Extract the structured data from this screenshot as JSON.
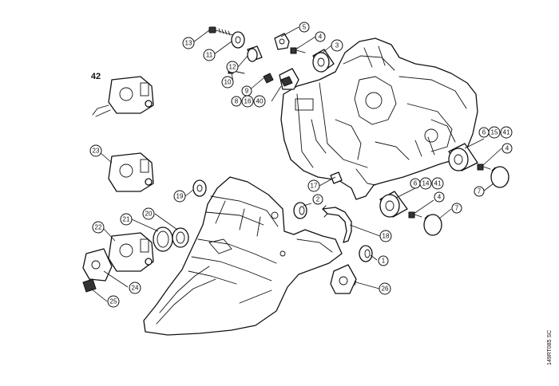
{
  "callouts": {
    "c13": "13",
    "c11": "11",
    "c12": "12",
    "c10": "10",
    "c9": "9",
    "c8": "8",
    "c16": "16",
    "c40": "40",
    "c5": "5",
    "c4a": "4",
    "c3": "3",
    "c6a": "6",
    "c15": "15",
    "c41a": "41",
    "c4b": "4",
    "c7a": "7",
    "c17": "17",
    "c2": "2",
    "c6b": "6",
    "c14": "14",
    "c41b": "41",
    "c4c": "4",
    "c7b": "7",
    "c18": "18",
    "c1": "1",
    "c26": "26",
    "c23": "23",
    "c19": "19",
    "c20": "20",
    "c21": "21",
    "c22": "22",
    "c24": "24",
    "c25": "25"
  },
  "label_42": "42",
  "doc_code": "149RT085 SC"
}
